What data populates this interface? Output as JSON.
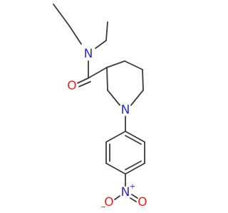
{
  "molecule": {
    "atoms": {
      "amide_n": {
        "label": "N",
        "color": "#2a2ad6"
      },
      "carbonyl_o": {
        "label": "O",
        "color": "#e8231e"
      },
      "ring_n": {
        "label": "N",
        "color": "#2a2ad6"
      },
      "nitro_n": {
        "label": "N",
        "charge": "+",
        "color": "#2a2ad6"
      },
      "nitro_o_left": {
        "label": "O",
        "charge": "−",
        "color": "#e8231e"
      },
      "nitro_o_right": {
        "label": "O",
        "color": "#e8231e"
      }
    },
    "bond_color": "#3a3a3a"
  }
}
